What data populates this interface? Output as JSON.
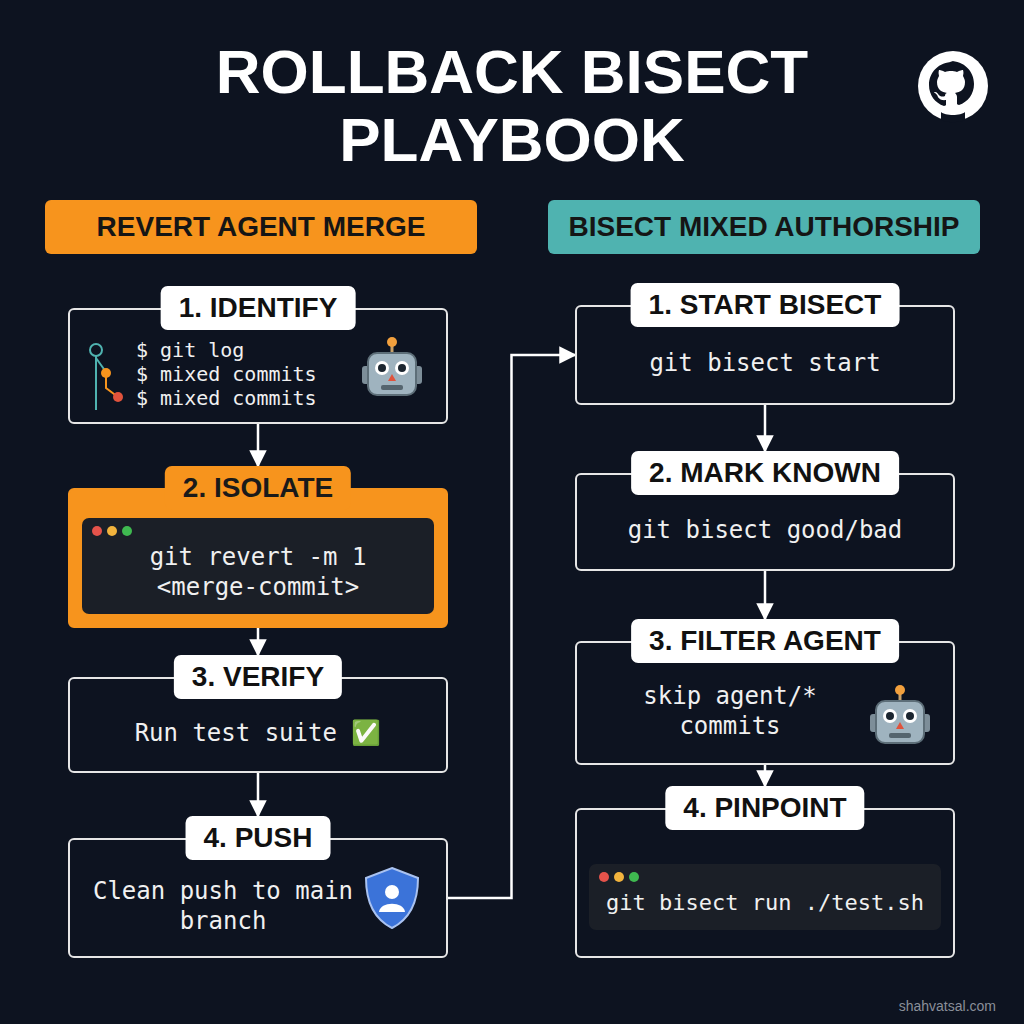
{
  "diagram": {
    "title": "ROLLBACK BISECT PLAYBOOK",
    "nodes": [
      {
        "text": [
          "REVERT AGENT MERGE"
        ]
      },
      {
        "text": [
          "1. IDENTIFY",
          "$ git log",
          "$ mixed commits",
          "$ mixed commits"
        ]
      },
      {
        "text": [
          "2. ISOLATE",
          "git revert -m 1 <merge-commit>"
        ]
      },
      {
        "text": [
          "3. VERIFY",
          "Run test suite ✅"
        ]
      },
      {
        "text": [
          "4. PUSH",
          "Clean push to main branch"
        ]
      },
      {
        "text": [
          "BISECT MIXED AUTHORSHIP"
        ]
      },
      {
        "text": [
          "1. START BISECT",
          "git bisect start"
        ]
      },
      {
        "text": [
          "2. MARK KNOWN",
          "git bisect good/bad"
        ]
      },
      {
        "text": [
          "3. FILTER AGENT",
          "skip agent/* commits"
        ]
      },
      {
        "text": [
          "4. PINPOINT",
          "git bisect run ./test.sh"
        ]
      }
    ],
    "edges": [
      {
        "from": 1,
        "to": 2,
        "arrow": "to"
      },
      {
        "from": 2,
        "to": 3,
        "arrow": "to"
      },
      {
        "from": 3,
        "to": 4,
        "arrow": "to"
      },
      {
        "from": 4,
        "to": 6,
        "arrow": "to"
      },
      {
        "from": 6,
        "to": 7,
        "arrow": "to"
      },
      {
        "from": 7,
        "to": 8,
        "arrow": "to"
      },
      {
        "from": 8,
        "to": 9,
        "arrow": "to"
      }
    ],
    "labels": [
      "shahvatsal.com"
    ]
  }
}
